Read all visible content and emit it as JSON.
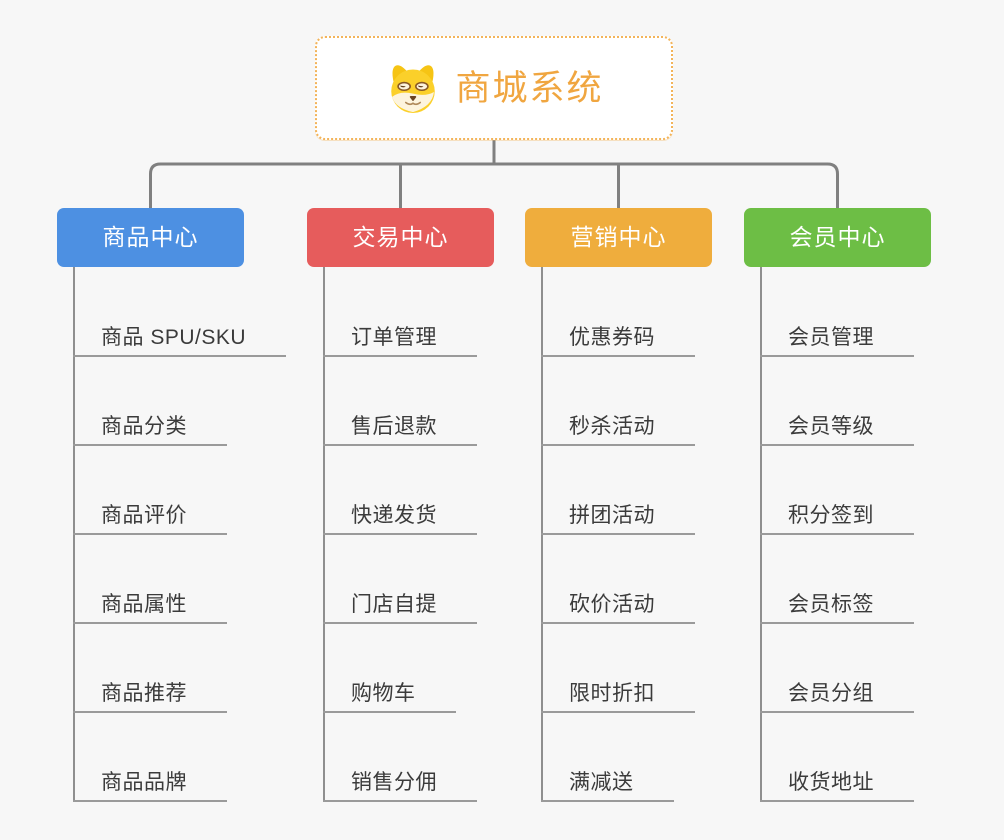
{
  "page": {
    "background_color": "#f7f7f7",
    "connector_color": "#808080",
    "rail_color": "#8f8f8f"
  },
  "root": {
    "label": "商城系统",
    "icon": "doge-icon",
    "text_color": "#f0a640",
    "border_color": "#f3b45a"
  },
  "branches": [
    {
      "label": "商品中心",
      "color": "#4d90e2",
      "children": [
        "商品 SPU/SKU",
        "商品分类",
        "商品评价",
        "商品属性",
        "商品推荐",
        "商品品牌"
      ]
    },
    {
      "label": "交易中心",
      "color": "#e65c5c",
      "children": [
        "订单管理",
        "售后退款",
        "快递发货",
        "门店自提",
        "购物车",
        "销售分佣"
      ]
    },
    {
      "label": "营销中心",
      "color": "#efad3d",
      "children": [
        "优惠券码",
        "秒杀活动",
        "拼团活动",
        "砍价活动",
        "限时折扣",
        "满减送"
      ]
    },
    {
      "label": "会员中心",
      "color": "#6dbe45",
      "children": [
        "会员管理",
        "会员等级",
        "积分签到",
        "会员标签",
        "会员分组",
        "收货地址"
      ]
    }
  ]
}
